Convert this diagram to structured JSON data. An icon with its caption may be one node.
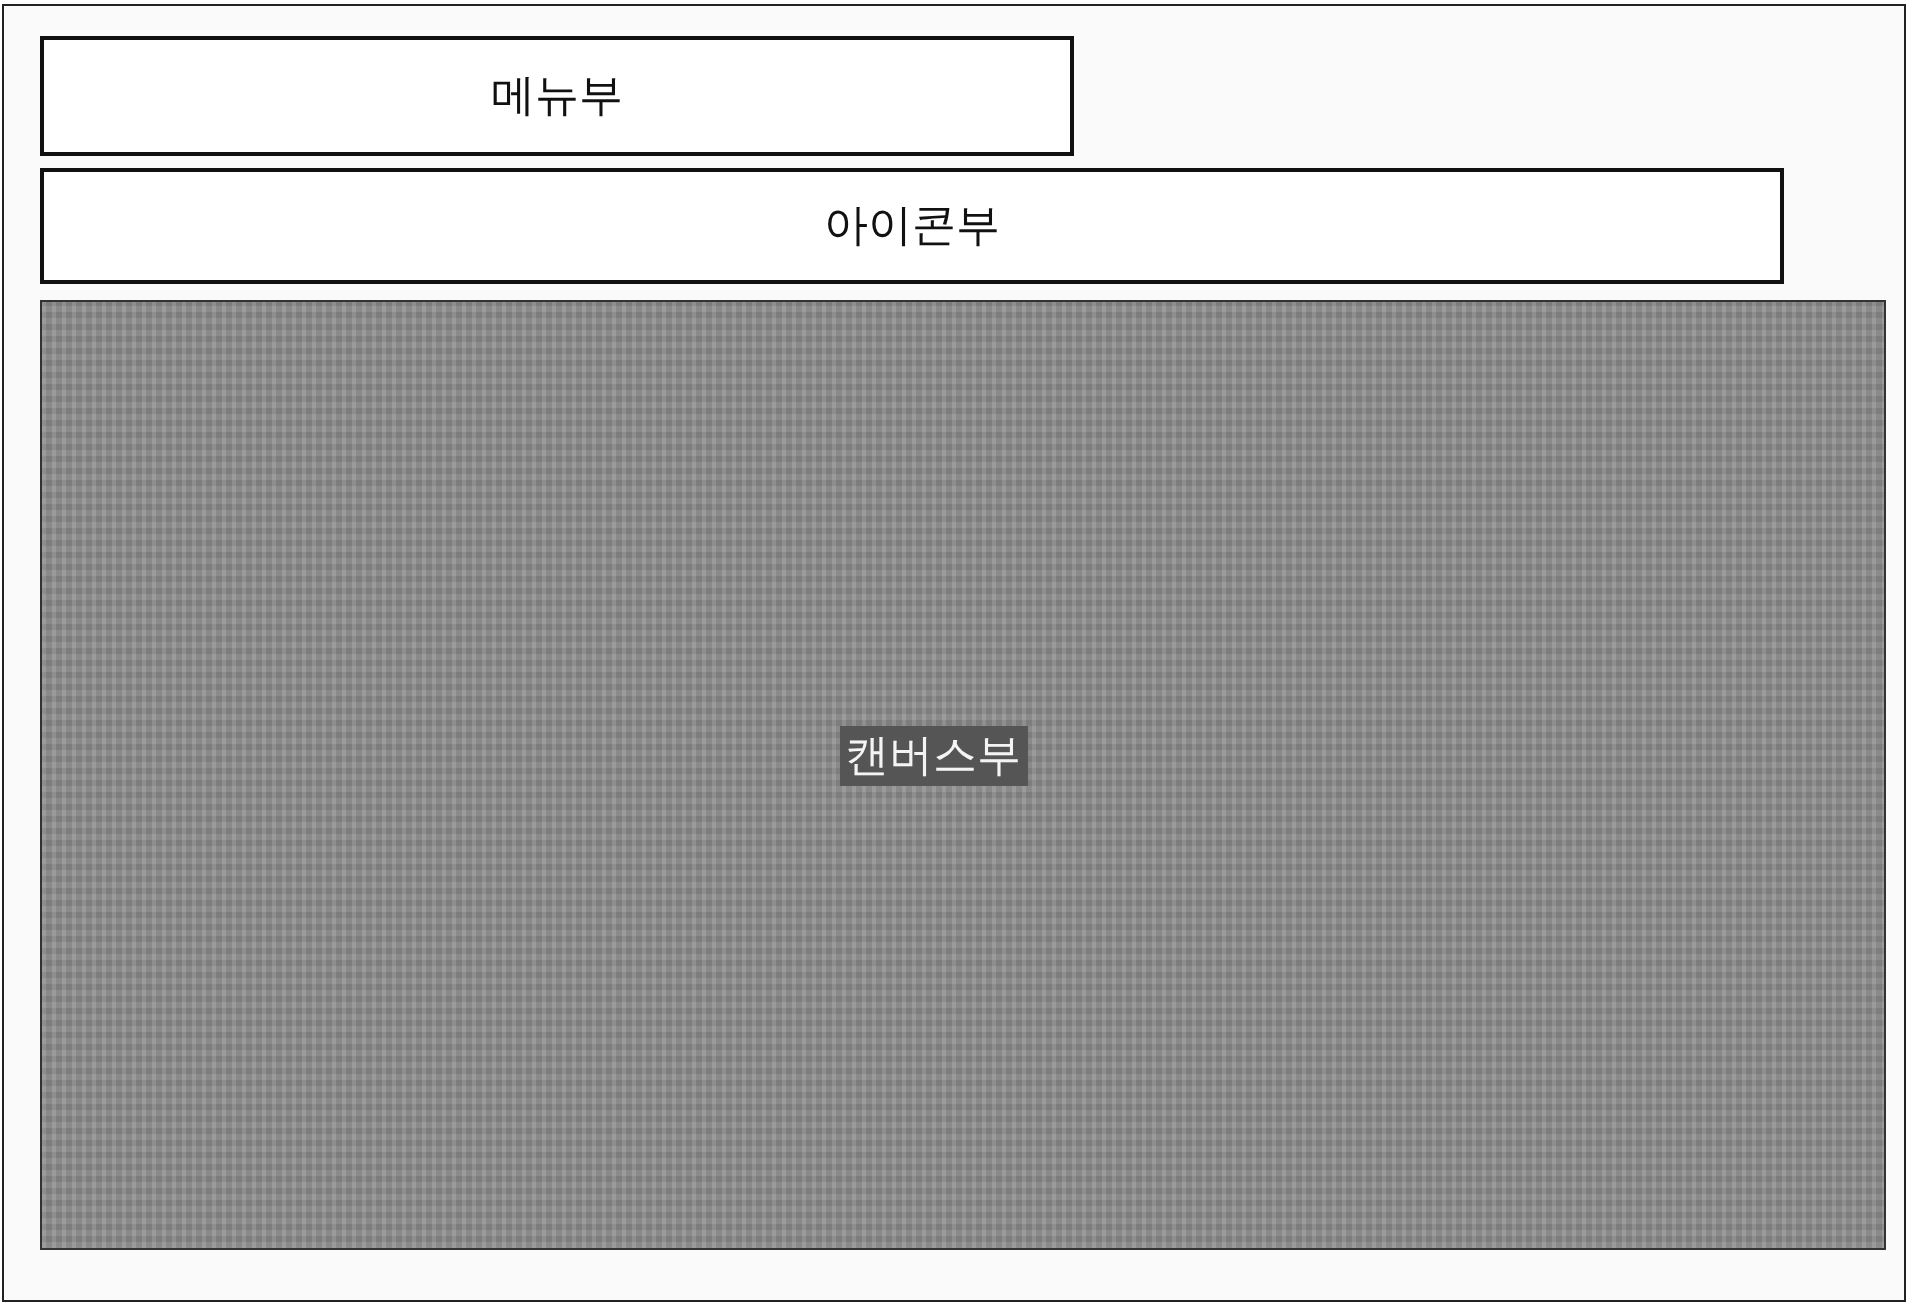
{
  "diagram": {
    "nodes": [
      {
        "text": [],
        "shape": "box"
      },
      {
        "text": [
          "메뉴부"
        ],
        "in": 0
      },
      {
        "text": [
          "아이콘부"
        ],
        "in": 0
      },
      {
        "text": [
          "캔버스부"
        ],
        "in": 0
      }
    ]
  }
}
